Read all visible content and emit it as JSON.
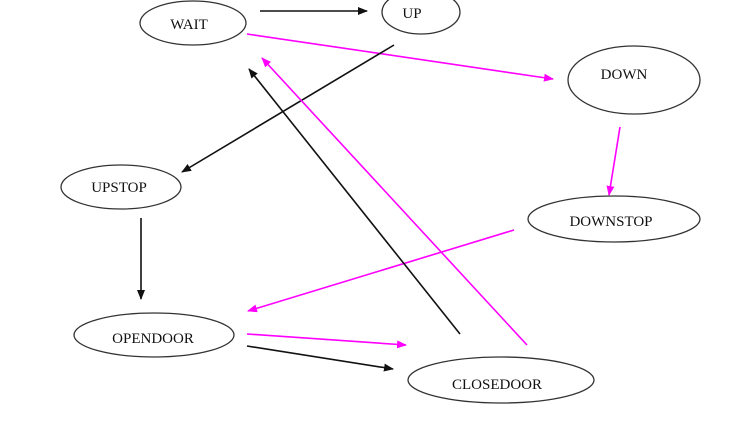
{
  "diagram": {
    "type": "state-transition",
    "colors": {
      "black_edge": "#111111",
      "magenta_edge": "#ff00ff",
      "node_stroke": "#333333"
    },
    "nodes": [
      {
        "id": "WAIT",
        "label": "WAIT"
      },
      {
        "id": "UP",
        "label": "UP"
      },
      {
        "id": "DOWN",
        "label": "DOWN"
      },
      {
        "id": "UPSTOP",
        "label": "UPSTOP"
      },
      {
        "id": "DOWNSTOP",
        "label": "DOWNSTOP"
      },
      {
        "id": "OPENDOOR",
        "label": "OPENDOOR"
      },
      {
        "id": "CLOSEDOOR",
        "label": "CLOSEDOOR"
      }
    ],
    "edges": [
      {
        "from": "WAIT",
        "to": "UP",
        "color": "black"
      },
      {
        "from": "WAIT",
        "to": "DOWN",
        "color": "magenta"
      },
      {
        "from": "UP",
        "to": "UPSTOP",
        "color": "black"
      },
      {
        "from": "DOWN",
        "to": "DOWNSTOP",
        "color": "magenta"
      },
      {
        "from": "UPSTOP",
        "to": "OPENDOOR",
        "color": "black"
      },
      {
        "from": "DOWNSTOP",
        "to": "OPENDOOR",
        "color": "magenta"
      },
      {
        "from": "OPENDOOR",
        "to": "CLOSEDOOR",
        "color": "magenta"
      },
      {
        "from": "OPENDOOR",
        "to": "CLOSEDOOR",
        "color": "black"
      },
      {
        "from": "CLOSEDOOR",
        "to": "WAIT",
        "color": "black"
      },
      {
        "from": "CLOSEDOOR",
        "to": "WAIT",
        "color": "magenta"
      }
    ]
  }
}
